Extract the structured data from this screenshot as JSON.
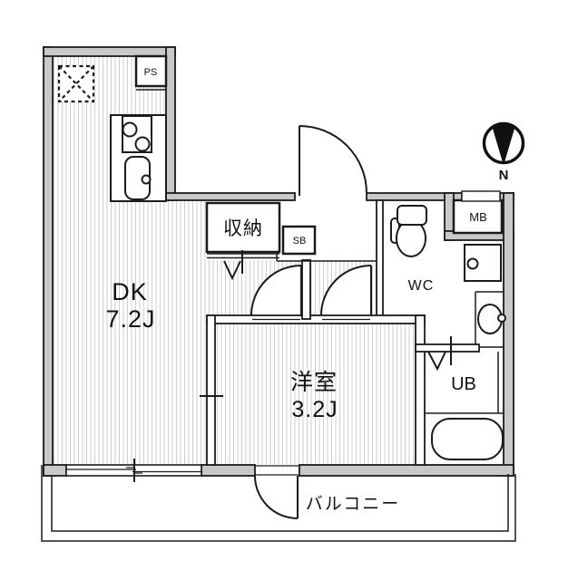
{
  "floor_plan": {
    "type": "1DK apartment floor plan",
    "rooms": {
      "dk": {
        "name": "DK",
        "size": "7.2J"
      },
      "western_room": {
        "name": "洋室",
        "size": "3.2J"
      },
      "closet": {
        "name": "収納"
      },
      "wc": {
        "name": "WC"
      },
      "unit_bath": {
        "name": "UB"
      },
      "balcony": {
        "name": "バルコニー"
      }
    },
    "annotations": {
      "pipe_space": "PS",
      "shoe_box": "SB",
      "meter_box": "MB"
    },
    "compass": {
      "north_label": "N"
    },
    "colors": {
      "wall_fill": "#c9c9c9",
      "line": "#1b1b1b",
      "floor_hatch": "#cfcfcf",
      "background": "#ffffff"
    }
  }
}
